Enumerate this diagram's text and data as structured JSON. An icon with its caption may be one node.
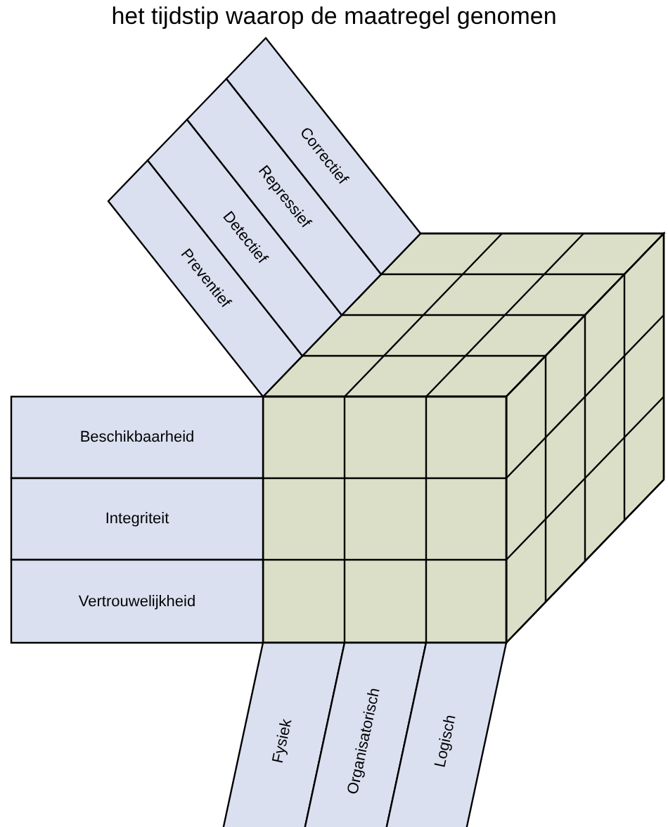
{
  "diagram": {
    "title": "het tijdstip waarop de maatregel genomen",
    "nodes": [
      {
        "text": [
          "Preventief"
        ]
      },
      {
        "text": [
          "Detectief"
        ]
      },
      {
        "text": [
          "Repressief"
        ]
      },
      {
        "text": [
          "Correctief"
        ]
      },
      {
        "text": [
          "Beschikbaarheid"
        ]
      },
      {
        "text": [
          "Integriteit"
        ]
      },
      {
        "text": [
          "Vertrouwelijkheid"
        ]
      },
      {
        "text": [
          "Fysiek"
        ]
      },
      {
        "text": [
          "Organisatorisch"
        ]
      },
      {
        "text": [
          "Logisch"
        ]
      }
    ]
  }
}
